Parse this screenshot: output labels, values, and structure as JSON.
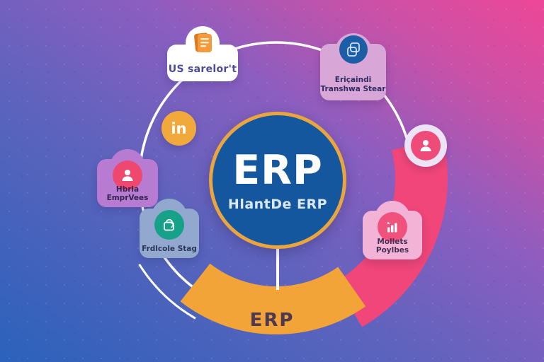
{
  "diagram": {
    "center": {
      "title": "ERP",
      "subtitle": "HlantDe ERP"
    },
    "bottom_band_label": "ERP",
    "linkedin_label": "in",
    "cards": {
      "manual": {
        "label": "US sarelor't",
        "icon": "book-icon"
      },
      "transfer": {
        "label_line1": "Eriçaindi",
        "label_line2": "Transhwa Stear",
        "icon": "documents-icon"
      },
      "employees": {
        "label": "Hbrla EmprVees",
        "icon": "person-icon"
      },
      "protocol": {
        "label": "Frdlcole Stag",
        "icon": "package-icon"
      },
      "payroll": {
        "label": "Mollets Poylbes",
        "icon": "bar-chart-icon"
      }
    },
    "colors": {
      "background_blue": "#2b62bb",
      "background_pink": "#ee4796",
      "center_circle_blue": "#15579e",
      "center_ring_orange": "#e9a63e",
      "band_orange": "#f2a438",
      "band_pink": "#f04679",
      "orbit_ring_white": "#ffffff",
      "linkedin_yellow": "#f2a93c",
      "card_white": "#ffffff",
      "card_mauve": "#d9a6d8",
      "card_purple": "#b77cd2",
      "card_blue_gray": "#92a8ce",
      "card_pink": "#f3b3d7",
      "icon_blue": "#1b5ea6",
      "icon_pink": "#ef4b78",
      "icon_teal": "#17a189",
      "icon_orange": "#e8872e"
    }
  }
}
